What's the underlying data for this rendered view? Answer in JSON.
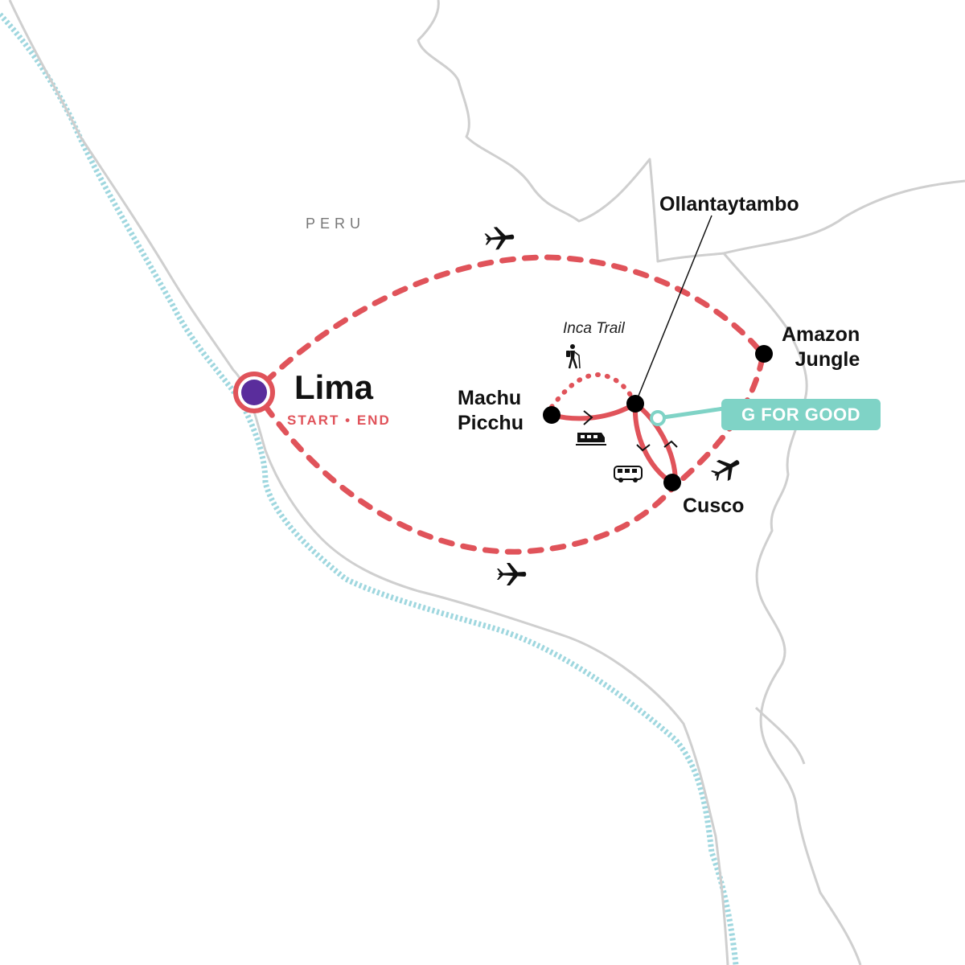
{
  "map": {
    "country": "PERU",
    "start_city": {
      "name": "Lima",
      "tag_start": "START",
      "tag_separator": "•",
      "tag_end": "END"
    },
    "stops": [
      {
        "name_line1": "Machu",
        "name_line2": "Picchu"
      },
      {
        "name": "Ollantaytambo"
      },
      {
        "name_line1": "Amazon",
        "name_line2": "Jungle"
      },
      {
        "name": "Cusco"
      }
    ],
    "trail_label": "Inca Trail",
    "badge": "G FOR GOOD",
    "transport_icons": [
      "plane-icon",
      "plane-icon",
      "plane-icon",
      "train-icon",
      "bus-icon",
      "hiker-icon"
    ],
    "colors": {
      "route": "#e0535a",
      "start_marker_fill": "#5a2d9c",
      "stop_marker": "#000000",
      "badge": "#7fd3c6",
      "border": "#cccccc",
      "coast": "#9fd7df"
    }
  }
}
